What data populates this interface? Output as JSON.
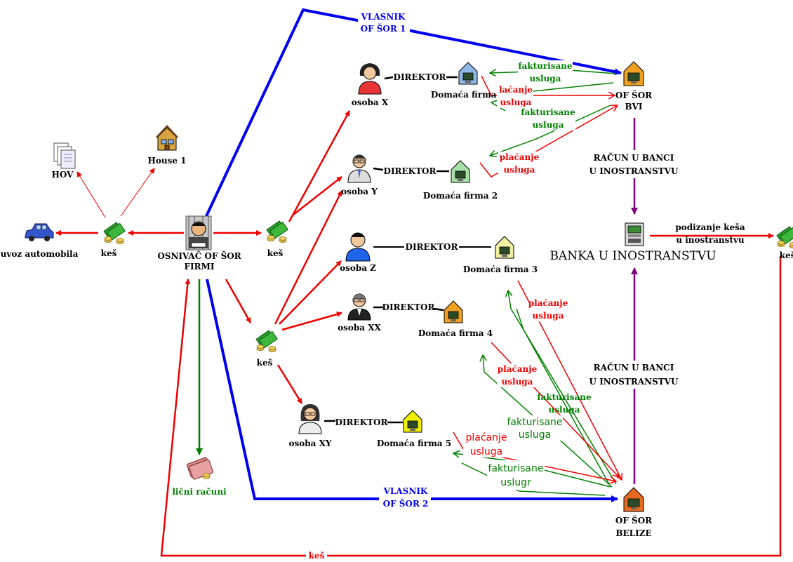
{
  "people": {
    "founder_line1": "OSNIVAČ OF  ŠOR",
    "founder_line2": "FIRMI",
    "x": "osoba X",
    "y": "osoba Y",
    "z": "osoba Z",
    "xx": "osoba XX",
    "xy": "osoba XY"
  },
  "cash": {
    "left": "keš",
    "middle": "keš",
    "lower": "keš",
    "right": "keš",
    "bottom_line": "keš"
  },
  "assets": {
    "hov": "HOV",
    "house": "House 1",
    "car": "uvoz automobila",
    "personal_accounts": "lični računi"
  },
  "firms": {
    "f1": "Domaća firma 1",
    "f2": "Domaća firma 2",
    "f3": "Domaća firma 3",
    "f4": "Domaća firma 4",
    "f5": "Domaća firma 5"
  },
  "director": "DIREKTOR",
  "offshore": {
    "bvi_line1": "OF ŠOR",
    "bvi_line2": "BVI",
    "belize_line1": "OF ŠOR",
    "belize_line2": "BELIZE",
    "owner1_line1": "VLASNIK",
    "owner1_line2": "OF ŠOR 1",
    "owner2_line1": "VLASNIK",
    "owner2_line2": "OF ŠOR 2"
  },
  "bank": {
    "name": "BANKA U INOSTRANSTVU",
    "account_top_line1": "RAČUN U BANCI",
    "account_top_line2": "U INOSTRANSTVU",
    "account_bottom_line1": "RAČUN U BANCI",
    "account_bottom_line2": "U INOSTRANSTVU",
    "withdraw_line1": "podizanje keša",
    "withdraw_line2": "u inostranstvu"
  },
  "flows": {
    "f1_invoiced_line1": "fakturisane",
    "f1_invoiced_line2": "usluga",
    "f1_payment_line1": "laćanje",
    "f1_payment_line2": "usluga",
    "f2_invoiced_line1": "fakturisane",
    "f2_invoiced_line2": "usluga",
    "f2_payment_line1": "plaćanje",
    "f2_payment_line2": "usluga",
    "f3_payment_line1": "plaćanje",
    "f3_payment_line2": "usluga",
    "f4_payment_line1": "plaćanje",
    "f4_payment_line2": "usluga",
    "f4_invoiced_line1": "fakturisane",
    "f4_invoiced_line2": "usluga",
    "f5_invoiced_a_line1": "fakturisane",
    "f5_invoiced_a_line2": "usluga",
    "f5_payment_line1": "plaćanje",
    "f5_payment_line2": "usluga",
    "f5_invoiced_b_line1": "fakturisane",
    "f5_invoiced_b_line2": "uslugr"
  },
  "colors": {
    "cash_flow": "#ee0000",
    "ownership": "#0000ee",
    "invoice": "#008000",
    "bank_account": "#800080"
  }
}
